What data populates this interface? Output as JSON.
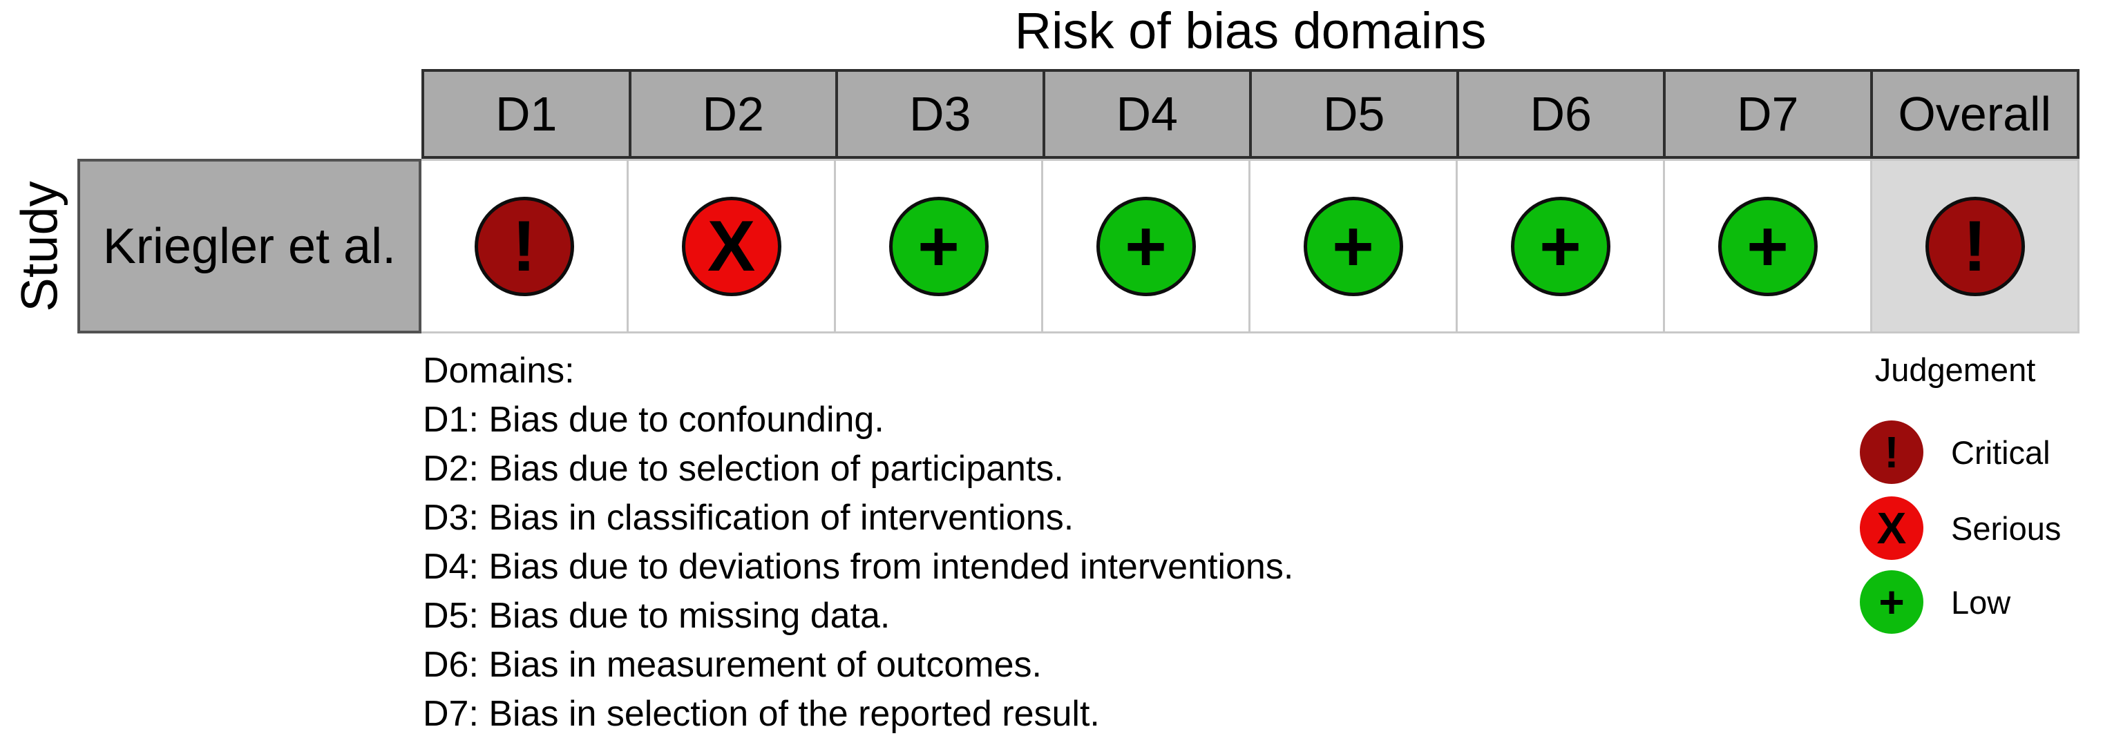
{
  "title": "Risk of bias domains",
  "y_axis_label": "Study",
  "columns": [
    "D1",
    "D2",
    "D3",
    "D4",
    "D5",
    "D6",
    "D7",
    "Overall"
  ],
  "study": {
    "name": "Kriegler et al."
  },
  "cells": [
    {
      "column": "D1",
      "judgement": "Critical",
      "symbol": "!",
      "color": "#9B0C0C"
    },
    {
      "column": "D2",
      "judgement": "Serious",
      "symbol": "X",
      "color": "#EB0A0A"
    },
    {
      "column": "D3",
      "judgement": "Low",
      "symbol": "+",
      "color": "#0CBC0C"
    },
    {
      "column": "D4",
      "judgement": "Low",
      "symbol": "+",
      "color": "#0CBC0C"
    },
    {
      "column": "D5",
      "judgement": "Low",
      "symbol": "+",
      "color": "#0CBC0C"
    },
    {
      "column": "D6",
      "judgement": "Low",
      "symbol": "+",
      "color": "#0CBC0C"
    },
    {
      "column": "D7",
      "judgement": "Low",
      "symbol": "+",
      "color": "#0CBC0C"
    },
    {
      "column": "Overall",
      "judgement": "Critical",
      "symbol": "!",
      "color": "#9B0C0C"
    }
  ],
  "domains_note": {
    "heading": "Domains:",
    "items": [
      "D1: Bias due to confounding.",
      "D2: Bias due to selection of participants.",
      "D3: Bias in classification of interventions.",
      "D4: Bias due to deviations from intended interventions.",
      "D5: Bias due to missing data.",
      "D6: Bias in measurement of outcomes.",
      "D7: Bias in selection of the reported result."
    ]
  },
  "legend": {
    "title": "Judgement",
    "items": [
      {
        "label": "Critical",
        "symbol": "!",
        "color": "#9B0C0C"
      },
      {
        "label": "Serious",
        "symbol": "X",
        "color": "#EB0A0A"
      },
      {
        "label": "Low",
        "symbol": "+",
        "color": "#0CBC0C"
      }
    ]
  },
  "colors": {
    "critical": "#9B0C0C",
    "serious": "#EB0A0A",
    "low": "#0CBC0C",
    "header_bg": "#ABABAB",
    "study_cell_bg": "#ABABAB",
    "overall_cell_bg": "#D9D9D9",
    "table_border_dark": "#2E2E2E",
    "cell_border_light": "#C8C8C8",
    "circle_outline": "#0D0D0D"
  },
  "chart_data": {
    "type": "table",
    "title": "Risk of bias domains",
    "ylabel": "Study",
    "columns": [
      "D1",
      "D2",
      "D3",
      "D4",
      "D5",
      "D6",
      "D7",
      "Overall"
    ],
    "rows": [
      {
        "study": "Kriegler et al.",
        "judgements": [
          "Critical",
          "Serious",
          "Low",
          "Low",
          "Low",
          "Low",
          "Low",
          "Critical"
        ]
      }
    ],
    "legend": {
      "title": "Judgement",
      "entries": [
        "Critical",
        "Serious",
        "Low"
      ]
    }
  }
}
